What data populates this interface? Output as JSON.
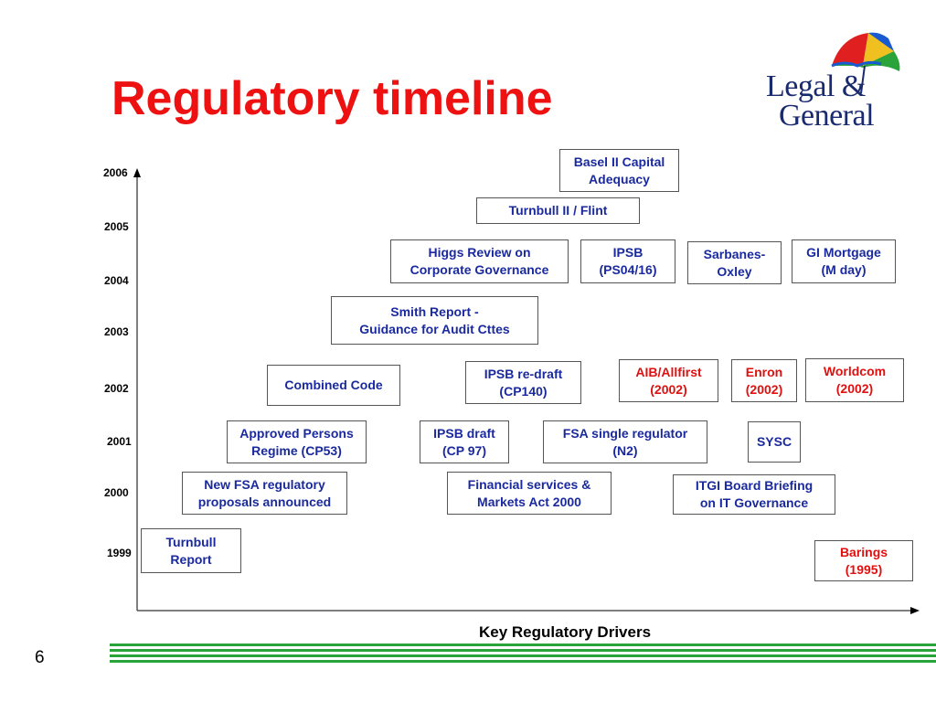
{
  "page": {
    "title": "Regulatory timeline",
    "page_number": "6",
    "x_axis_label": "Key Regulatory Drivers"
  },
  "logo": {
    "line1": "Legal &",
    "line2": "General",
    "brand_color": "#1a2a6e",
    "umbrella_colors": [
      "#e02020",
      "#f0c020",
      "#2aa33a",
      "#1a5ad0"
    ]
  },
  "axis": {
    "years": [
      "2006",
      "2005",
      "2004",
      "2003",
      "2002",
      "2001",
      "2000",
      "1999"
    ]
  },
  "boxes": [
    {
      "text": "Basel II Capital\nAdequacy",
      "color": "blue"
    },
    {
      "text": "Turnbull II / Flint",
      "color": "blue"
    },
    {
      "text": "Higgs Review on\nCorporate Governance",
      "color": "blue"
    },
    {
      "text": "IPSB\n(PS04/16)",
      "color": "blue"
    },
    {
      "text": "Sarbanes-\nOxley",
      "color": "blue"
    },
    {
      "text": "GI Mortgage\n(M day)",
      "color": "blue"
    },
    {
      "text": "Smith Report -\nGuidance for Audit Cttes",
      "color": "blue"
    },
    {
      "text": "Combined Code",
      "color": "blue"
    },
    {
      "text": "IPSB re-draft\n(CP140)",
      "color": "blue"
    },
    {
      "text": "AIB/Allfirst\n(2002)",
      "color": "red"
    },
    {
      "text": "Enron\n(2002)",
      "color": "red"
    },
    {
      "text": "Worldcom\n(2002)",
      "color": "red"
    },
    {
      "text": "Approved Persons\nRegime (CP53)",
      "color": "blue"
    },
    {
      "text": "IPSB draft\n(CP 97)",
      "color": "blue"
    },
    {
      "text": "FSA single regulator\n(N2)",
      "color": "blue"
    },
    {
      "text": "SYSC",
      "color": "blue"
    },
    {
      "text": "New FSA regulatory\nproposals announced",
      "color": "blue"
    },
    {
      "text": "Financial services &\nMarkets Act 2000",
      "color": "blue"
    },
    {
      "text": "ITGI Board Briefing\non IT Governance",
      "color": "blue"
    },
    {
      "text": "Turnbull\nReport",
      "color": "blue"
    },
    {
      "text": "Barings\n(1995)",
      "color": "red"
    }
  ]
}
